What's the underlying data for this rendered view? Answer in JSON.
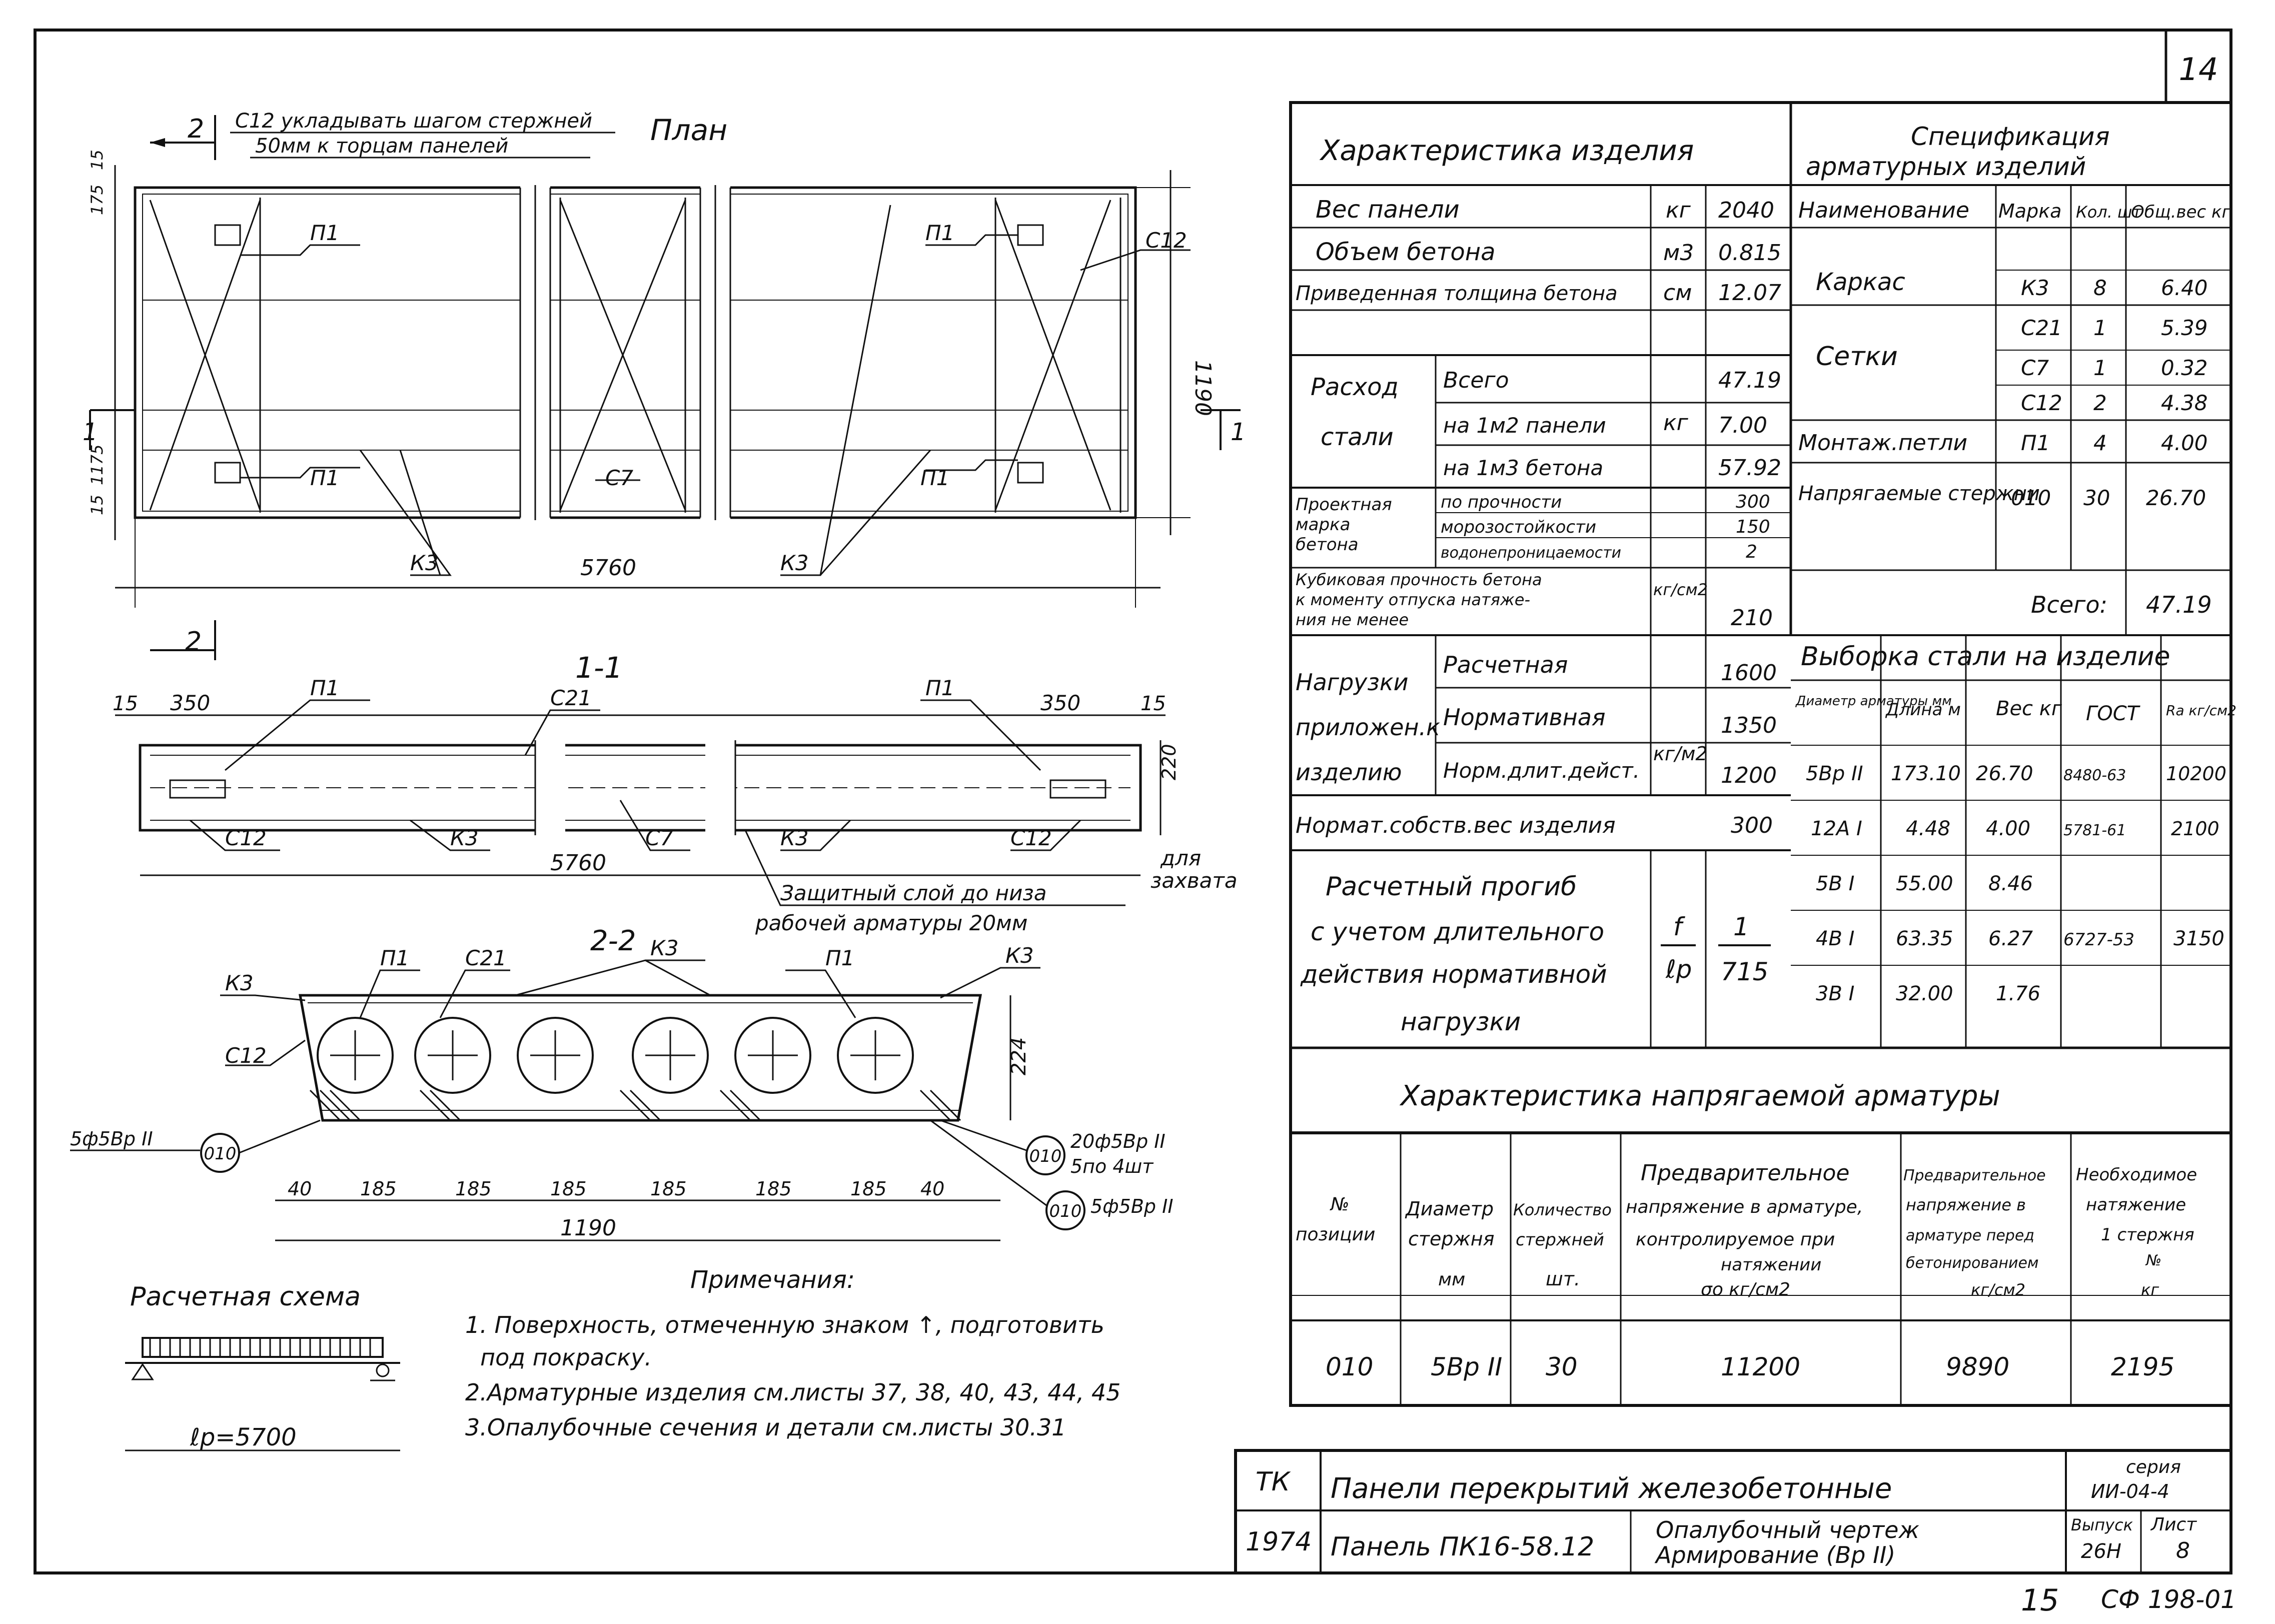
{
  "sheet": {
    "page_number": "14",
    "bottom_page": "15",
    "bottom_code": "СФ 198-01"
  },
  "plan": {
    "title": "План",
    "note_line1": "С12 укладывать шагом стержней",
    "note_line2": "50мм к торцам панелей",
    "section_mark_2": "2",
    "section_mark_1": "1",
    "dims": {
      "length": "5760",
      "width": "1190",
      "d175": "175",
      "d15": "15",
      "d1175": "1175"
    },
    "labels": {
      "p1": "П1",
      "c12": "С12",
      "c7": "С7",
      "k3": "К3"
    }
  },
  "section11": {
    "title": "1-1",
    "dims": {
      "d15": "15",
      "d350": "350",
      "d220": "220",
      "length": "5760"
    },
    "labels": {
      "p1": "П1",
      "c21": "С21",
      "c12": "С12",
      "k3": "К3",
      "c7": "С7"
    },
    "note_grip": [
      "для",
      "захвата"
    ],
    "note_cover": [
      "Защитный слой до низа",
      "рабочей арматуры 20мм"
    ]
  },
  "section22": {
    "title": "2-2",
    "labels": {
      "k3": "К3",
      "p1": "П1",
      "c21": "С21",
      "c12": "С12"
    },
    "dims": {
      "d224": "224",
      "d40": "40",
      "d185": "185",
      "total": "1190"
    },
    "callout_left": "5ф5Вр II",
    "callout_right1": "20ф5Вр II",
    "callout_right2": "5по 4шт",
    "callout_right3": "5ф5Вр II",
    "pos": "010"
  },
  "scheme": {
    "title": "Расчетная схема",
    "span": "ℓр=5700"
  },
  "notes": {
    "title": "Примечания:",
    "items": [
      "1. Поверхность, отмеченную знаком ↑, подготовить",
      "под покраску.",
      "2.Арматурные  изделия  см.листы 37, 38, 40, 43, 44, 45",
      "3.Опалубочные  сечения  и детали см.листы 30.31"
    ]
  },
  "char_table": {
    "title": "Характеристика изделия",
    "rows": [
      {
        "name": "Вес панели",
        "unit": "кг",
        "value": "2040"
      },
      {
        "name": "Объем бетона",
        "unit": "м3",
        "value": "0.815"
      },
      {
        "name": "Приведенная толщина бетона",
        "unit": "см",
        "value": "12.07"
      }
    ],
    "steel": {
      "label": [
        "Расход",
        "стали"
      ],
      "unit": "кг",
      "rows": [
        {
          "name": "Всего",
          "value": "47.19"
        },
        {
          "name": "на 1м2 панели",
          "value": "7.00"
        },
        {
          "name": "на 1м3 бетона",
          "value": "57.92"
        }
      ]
    },
    "grade": {
      "label": [
        "Проектная",
        "марка",
        "бетона"
      ],
      "unit": "кг/см2",
      "rows": [
        {
          "name": "по прочности",
          "value": "300"
        },
        {
          "name": "морозостойкости",
          "value": "150"
        },
        {
          "name": "водонепроницаемости",
          "value": "2"
        }
      ],
      "cube_label": [
        "Кубиковая прочность бетона",
        "к моменту отпуска натяже-",
        "ния не менее"
      ],
      "cube_value": "210"
    },
    "loads": {
      "label": [
        "Нагрузки",
        "приложен.к",
        "изделию"
      ],
      "unit": "кг/м2",
      "rows": [
        {
          "name": "Расчетная",
          "value": "1600"
        },
        {
          "name": "Нормативная",
          "value": "1350"
        },
        {
          "name": "Норм.длит.дейст.",
          "value": "1200"
        }
      ],
      "own_weight_label": "Нормат.собств.вес изделия",
      "own_weight_value": "300"
    },
    "deflection": {
      "label": [
        "Расчетный прогиб",
        "с учетом длительного",
        "действия нормативной",
        "нагрузки"
      ],
      "symbol_top": "f",
      "symbol_bottom": "ℓр",
      "value_top": "1",
      "value_bottom": "715"
    }
  },
  "spec_table": {
    "title": [
      "Спецификация",
      "арматурных изделий"
    ],
    "headers": [
      "Наименование",
      "Марка",
      "Кол. шт",
      "Общ.вес кг"
    ],
    "groups": [
      {
        "name": "Каркас",
        "rows": [
          {
            "mark": "К3",
            "qty": "8",
            "weight": "6.40"
          }
        ]
      },
      {
        "name": "Сетки",
        "rows": [
          {
            "mark": "С21",
            "qty": "1",
            "weight": "5.39"
          },
          {
            "mark": "С7",
            "qty": "1",
            "weight": "0.32"
          },
          {
            "mark": "С12",
            "qty": "2",
            "weight": "4.38"
          }
        ]
      },
      {
        "name": "Монтаж.петли",
        "rows": [
          {
            "mark": "П1",
            "qty": "4",
            "weight": "4.00"
          }
        ]
      },
      {
        "name": "Напрягаемые стержни",
        "rows": [
          {
            "mark": "010",
            "qty": "30",
            "weight": "26.70"
          }
        ]
      }
    ],
    "total_label": "Всего:",
    "total_value": "47.19"
  },
  "steel_table": {
    "title": "Выборка стали на изделие",
    "headers": [
      "Диаметр арматуры мм",
      "Длина м",
      "Вес кг",
      "ГОСТ",
      "Rа кг/см2"
    ],
    "rows": [
      {
        "diam": "5Вр II",
        "len": "173.10",
        "weight": "26.70",
        "gost": "8480-63",
        "ra": "10200"
      },
      {
        "diam": "12А I",
        "len": "4.48",
        "weight": "4.00",
        "gost": "5781-61",
        "ra": "2100"
      },
      {
        "diam": "5В I",
        "len": "55.00",
        "weight": "8.46",
        "gost": "",
        "ra": ""
      },
      {
        "diam": "4В I",
        "len": "63.35",
        "weight": "6.27",
        "gost": "6727-53",
        "ra": "3150"
      },
      {
        "diam": "3В I",
        "len": "32.00",
        "weight": "1.76",
        "gost": "",
        "ra": ""
      }
    ]
  },
  "prestress_table": {
    "title": "Характеристика напрягаемой арматуры",
    "headers": [
      [
        "№",
        "позиции"
      ],
      [
        "Диаметр",
        "стержня",
        "мм"
      ],
      [
        "Количество",
        "стержней",
        "шт."
      ],
      [
        "Предварительное",
        "напряжение в арматуре,",
        "контролируемое при",
        "натяжении",
        "σо кг/см2"
      ],
      [
        "Предварительное",
        "напряжение в",
        "арматуре перед",
        "бетонированием",
        "кг/см2"
      ],
      [
        "Необходимое",
        "натяжение",
        "1 стержня",
        "№",
        "кг"
      ]
    ],
    "row": [
      "010",
      "5Вр II",
      "30",
      "11200",
      "9890",
      "2195"
    ]
  },
  "title_block": {
    "org": "ТК",
    "year": "1974",
    "line1": "Панели перекрытий железобетонные",
    "line2": "Панель ПК16-58.12",
    "drawing1": "Опалубочный чертеж",
    "drawing2": "Армирование (Вр II)",
    "series_label": "серия",
    "series_value": "ИИ-04-4",
    "issue_label": "Выпуск",
    "issue_value": "26Н",
    "sheet_label": "Лист",
    "sheet_value": "8"
  }
}
